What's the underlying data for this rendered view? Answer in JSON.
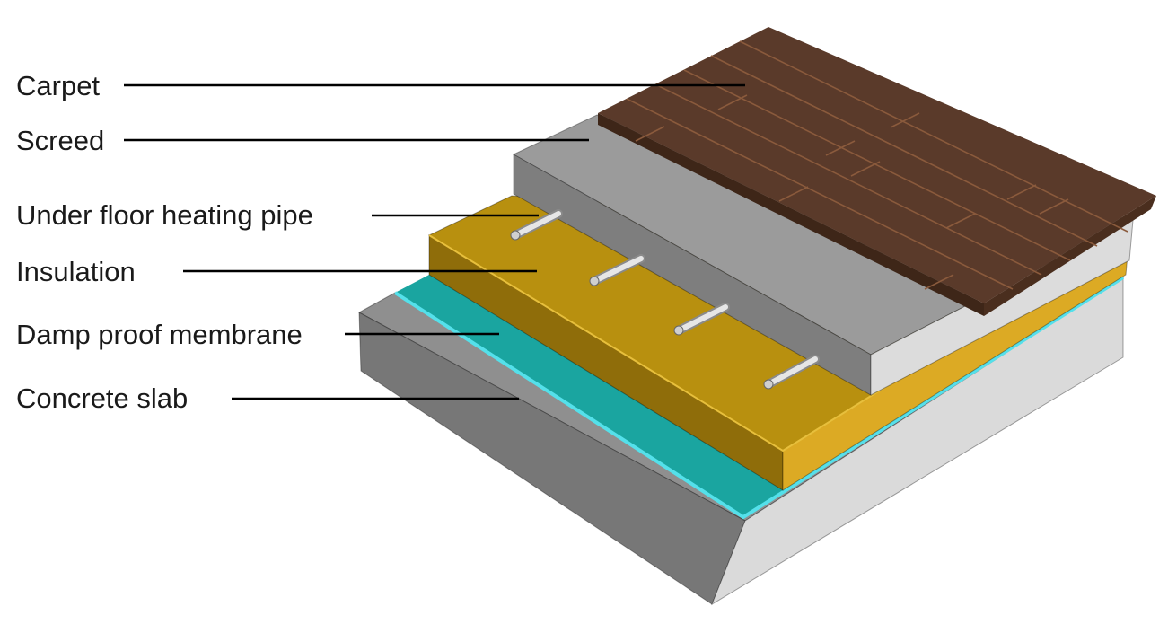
{
  "layers": [
    {
      "id": "carpet",
      "label": "Carpet",
      "color": "#5a3a2a"
    },
    {
      "id": "screed",
      "label": "Screed",
      "color": "#9b9b9b"
    },
    {
      "id": "pipe",
      "label": "Under floor heating pipe",
      "color": "#d9d9d9"
    },
    {
      "id": "insulation",
      "label": "Insulation",
      "color": "#c89a14"
    },
    {
      "id": "membrane",
      "label": "Damp proof membrane",
      "color": "#1aa5a0"
    },
    {
      "id": "concrete",
      "label": "Concrete slab",
      "color": "#8f8f8f"
    }
  ]
}
